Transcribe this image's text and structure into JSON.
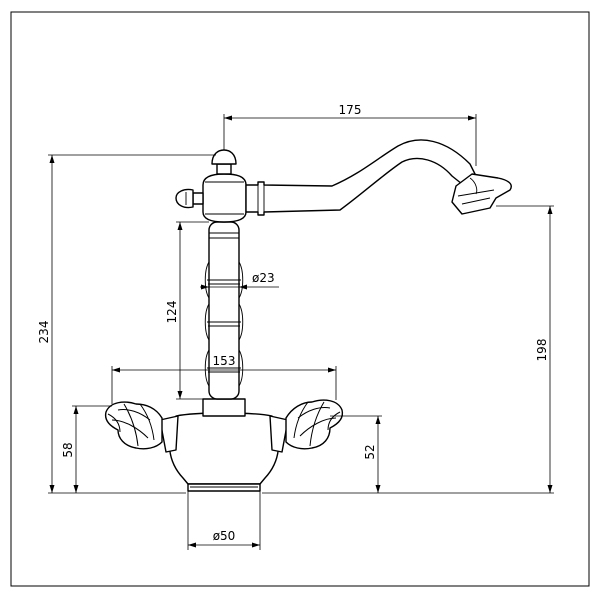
{
  "dimensions": {
    "spout_reach": "175",
    "total_height": "234",
    "spout_height": "198",
    "column_height": "124",
    "column_diameter": "ø23",
    "handle_span": "153",
    "handle_height": "58",
    "body_height": "52",
    "base_diameter": "ø50"
  }
}
